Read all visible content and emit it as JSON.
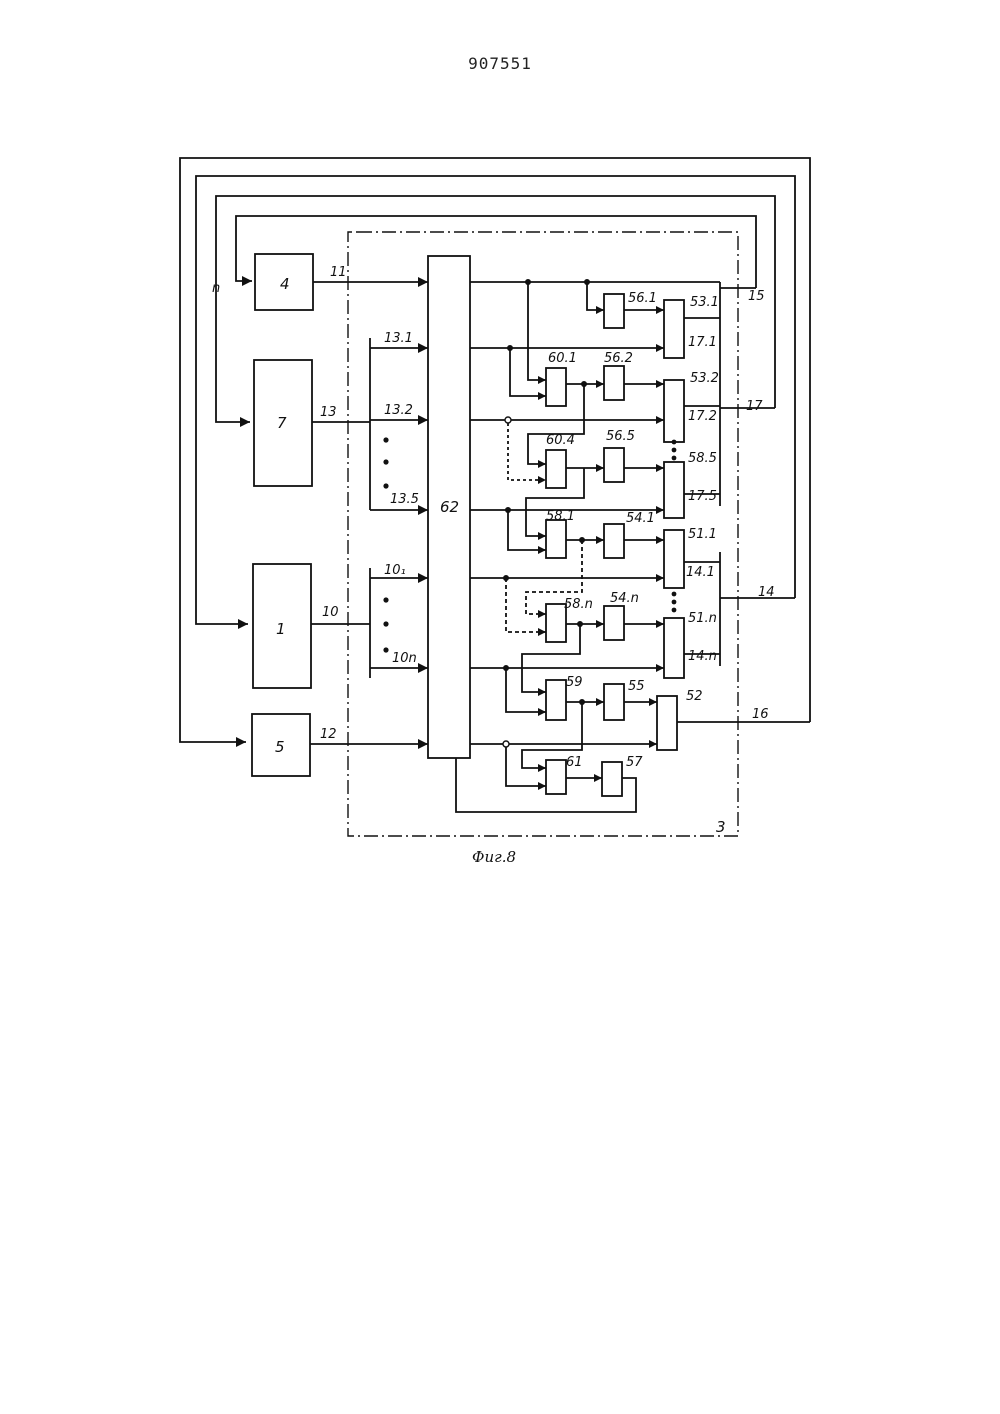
{
  "patent_number": "907551",
  "caption": "Фиг.8",
  "blocks": {
    "b4": "4",
    "b7": "7",
    "b1": "1",
    "b5": "5",
    "b62": "62",
    "b3": "3",
    "b56_1": "56.1",
    "b56_2": "56.2",
    "b56_5": "56.5",
    "b60_1": "60.1",
    "b60_4": "60.4",
    "b58_1": "58.1",
    "b58_n": "58.n",
    "b54_1": "54.1",
    "b54_n": "54.n",
    "b59": "59",
    "b55": "55",
    "b61": "61",
    "b57": "57",
    "b52": "52",
    "b53_1": "53.1",
    "b53_2": "53.2",
    "b58_5": "58.5",
    "b51_1": "51.1",
    "b51_n": "51.n"
  },
  "signals": {
    "s11": "11",
    "s13": "13",
    "s10": "10",
    "s12": "12",
    "s13_1": "13.1",
    "s13_2": "13.2",
    "s13_5": "13.5",
    "s10_1": "10₁",
    "s10_n": "10n",
    "s15": "15",
    "s17": "17",
    "s14": "14",
    "s16": "16",
    "s17_1": "17.1",
    "s17_2": "17.2",
    "s17_5": "17.5",
    "s14_1": "14.1",
    "s14_n": "14.n",
    "s_n": "n"
  }
}
